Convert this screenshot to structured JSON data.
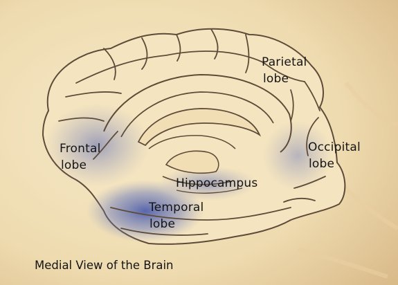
{
  "diagram": {
    "labels": {
      "parietal_1": "Parietal",
      "parietal_2": "lobe",
      "frontal_1": "Frontal",
      "frontal_2": "lobe",
      "occipital_1": "Occipital",
      "occipital_2": "lobe",
      "hippocampus": "Hippocampus",
      "temporal_1": "Temporal",
      "temporal_2": "lobe"
    },
    "caption": "Medial View of the Brain"
  },
  "colors": {
    "parchment": "#ecd9ad",
    "parchment_light": "#f7ecd0",
    "outline": "#5e4a38",
    "blue_shading": "#4b5fb0"
  }
}
